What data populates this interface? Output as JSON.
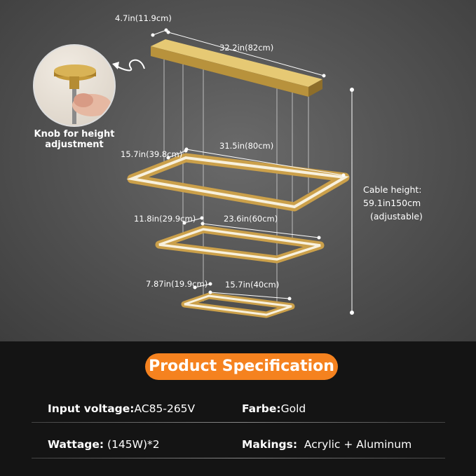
{
  "dimensions": {
    "top_depth": "4.7in(11.9cm)",
    "top_length": "32.2in(82cm)",
    "ring1_depth": "15.7in(39.8cm)",
    "ring1_length": "31.5in(80cm)",
    "ring2_depth": "11.8in(29.9cm)",
    "ring2_length": "23.6in(60cm)",
    "ring3_depth": "7.87in(19.9cm)",
    "ring3_length": "15.7in(40cm)"
  },
  "knob_caption": "Knob for height adjustment",
  "cable": {
    "line1": "Cable height:",
    "line2": "59.1in150cm",
    "line3": "(adjustable)"
  },
  "spec_title": "Product Specification",
  "specs": {
    "voltage_label": "Input voltage:",
    "voltage_value": "AC85-265V",
    "color_label": "Farbe:",
    "color_value": "Gold",
    "wattage_label": "Wattage:",
    "wattage_value": " (145W)*2",
    "material_label": "Makings:",
    "material_value": "  Acrylic + Aluminum"
  },
  "colors": {
    "accent": "#f5821f",
    "gold": "#c9a24a",
    "background": "#141414"
  }
}
